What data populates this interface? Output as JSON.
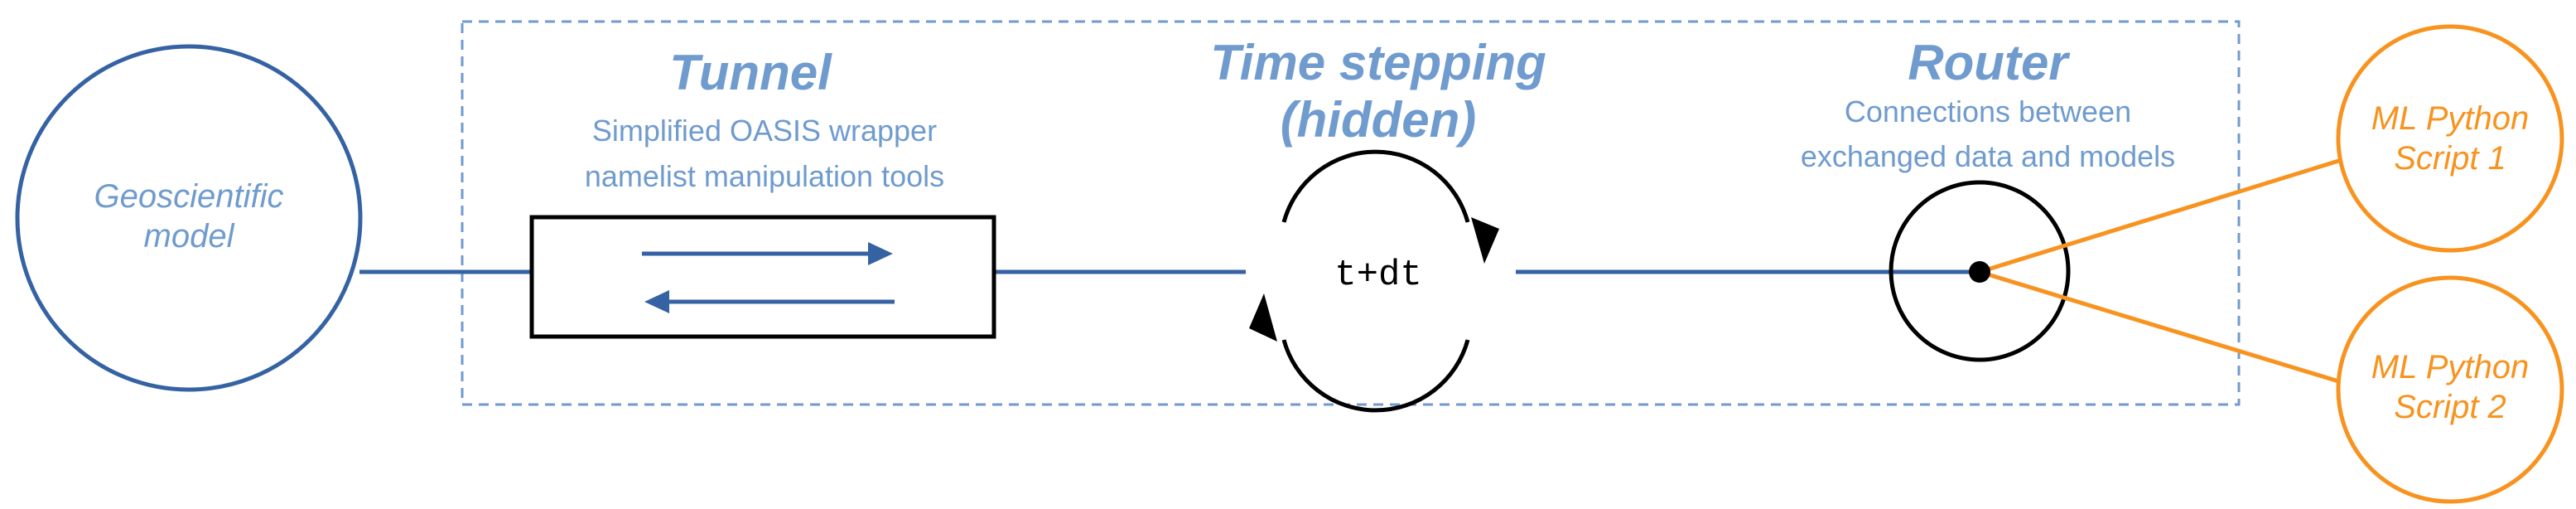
{
  "colors": {
    "blue": "#3562a3",
    "light_blue": "#6f9bce",
    "orange": "#f7931e",
    "black": "#000000"
  },
  "geo_model": {
    "line1": "Geoscientific",
    "line2": "model"
  },
  "tunnel": {
    "title": "Tunnel",
    "desc_line1": "Simplified OASIS wrapper",
    "desc_line2": "namelist manipulation tools"
  },
  "time_stepping": {
    "title_line1": "Time stepping",
    "title_line2": "(hidden)",
    "label": "t+dt"
  },
  "router": {
    "title": "Router",
    "desc_line1": "Connections between",
    "desc_line2": "exchanged data and models"
  },
  "scripts": [
    {
      "line1": "ML Python",
      "line2": "Script 1"
    },
    {
      "line1": "ML Python",
      "line2": "Script 2"
    }
  ]
}
